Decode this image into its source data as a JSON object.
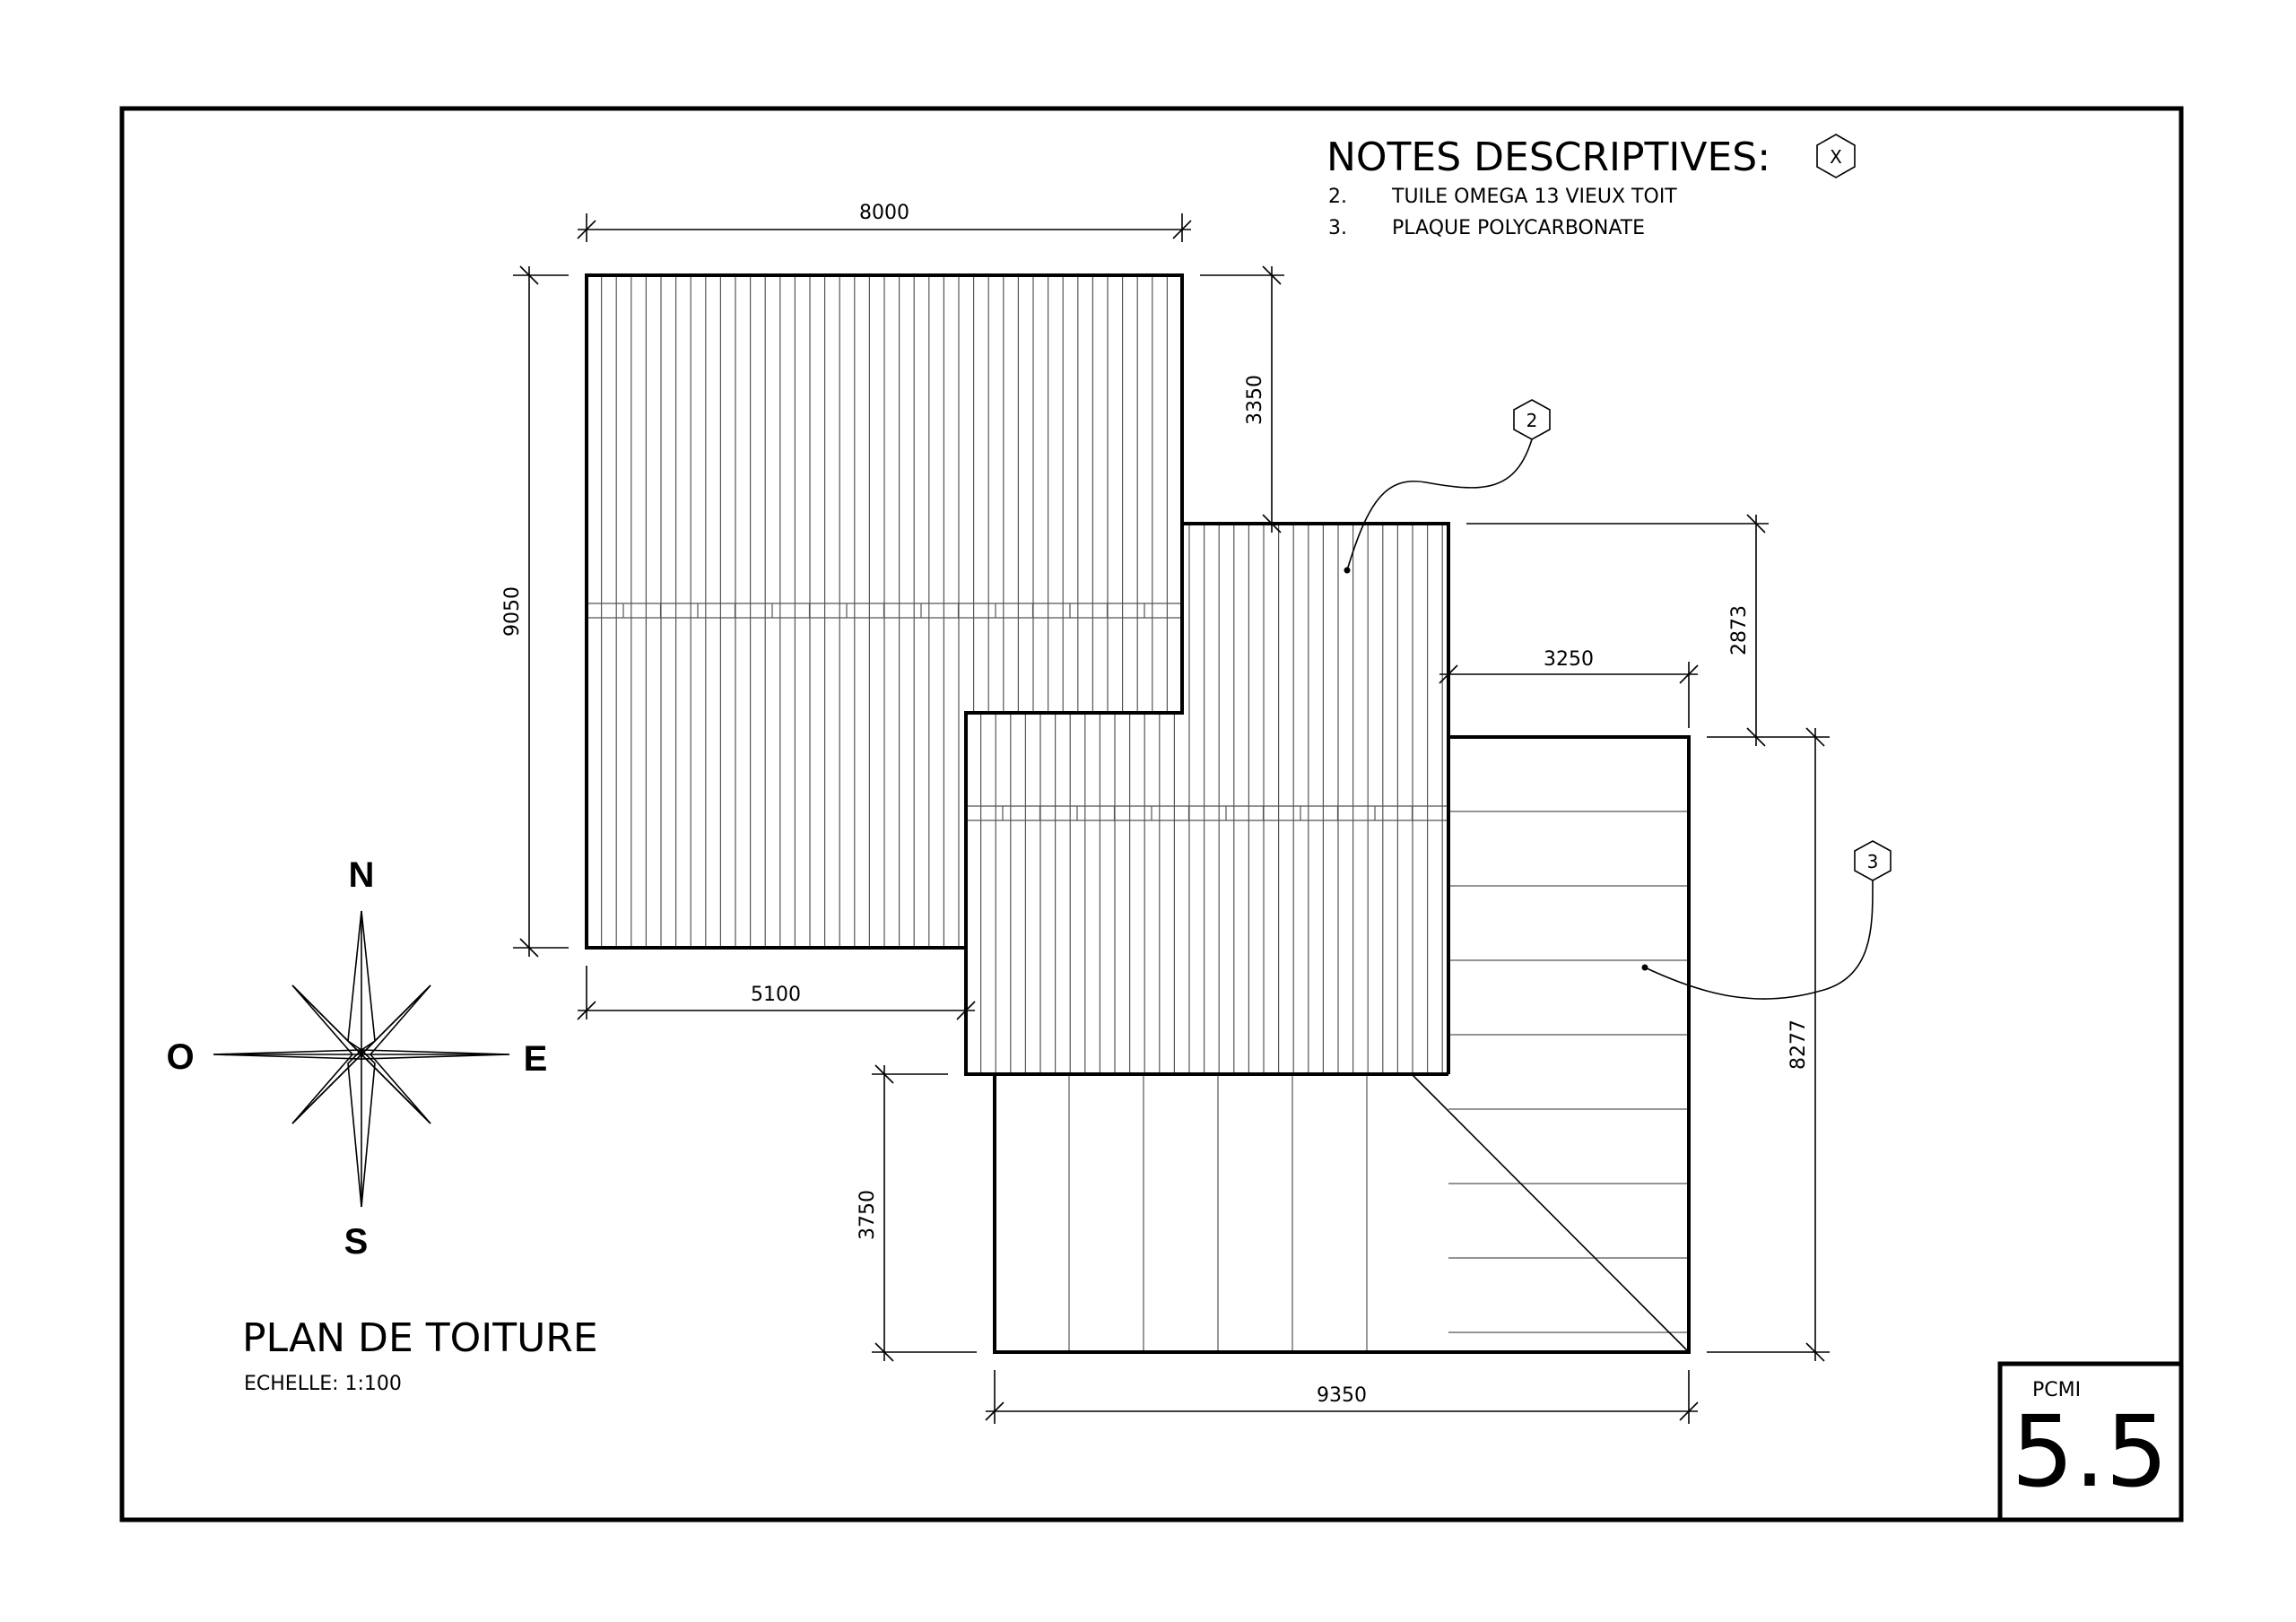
{
  "notes": {
    "title": "NOTES DESCRIPTIVES:",
    "tag": "X",
    "items": [
      {
        "num": "2.",
        "text": "TUILE OMEGA 13 VIEUX TOIT"
      },
      {
        "num": "3.",
        "text": "PLAQUE POLYCARBONATE"
      }
    ]
  },
  "dimensions": {
    "top_width": "8000",
    "left_height": "9050",
    "upper_offset": "3350",
    "right_step": "2873",
    "mid_width": "3250",
    "right_height": "8277",
    "lower_left": "5100",
    "lower_height": "3750",
    "bottom_width": "9350"
  },
  "callouts": {
    "tile": "2",
    "polycarbonate": "3"
  },
  "compass": {
    "north": "N",
    "south": "S",
    "east": "E",
    "west": "O"
  },
  "plan": {
    "title": "PLAN DE TOITURE",
    "scale": "ECHELLE: 1:100"
  },
  "title_block": {
    "label": "PCMI",
    "number": "5.5"
  }
}
